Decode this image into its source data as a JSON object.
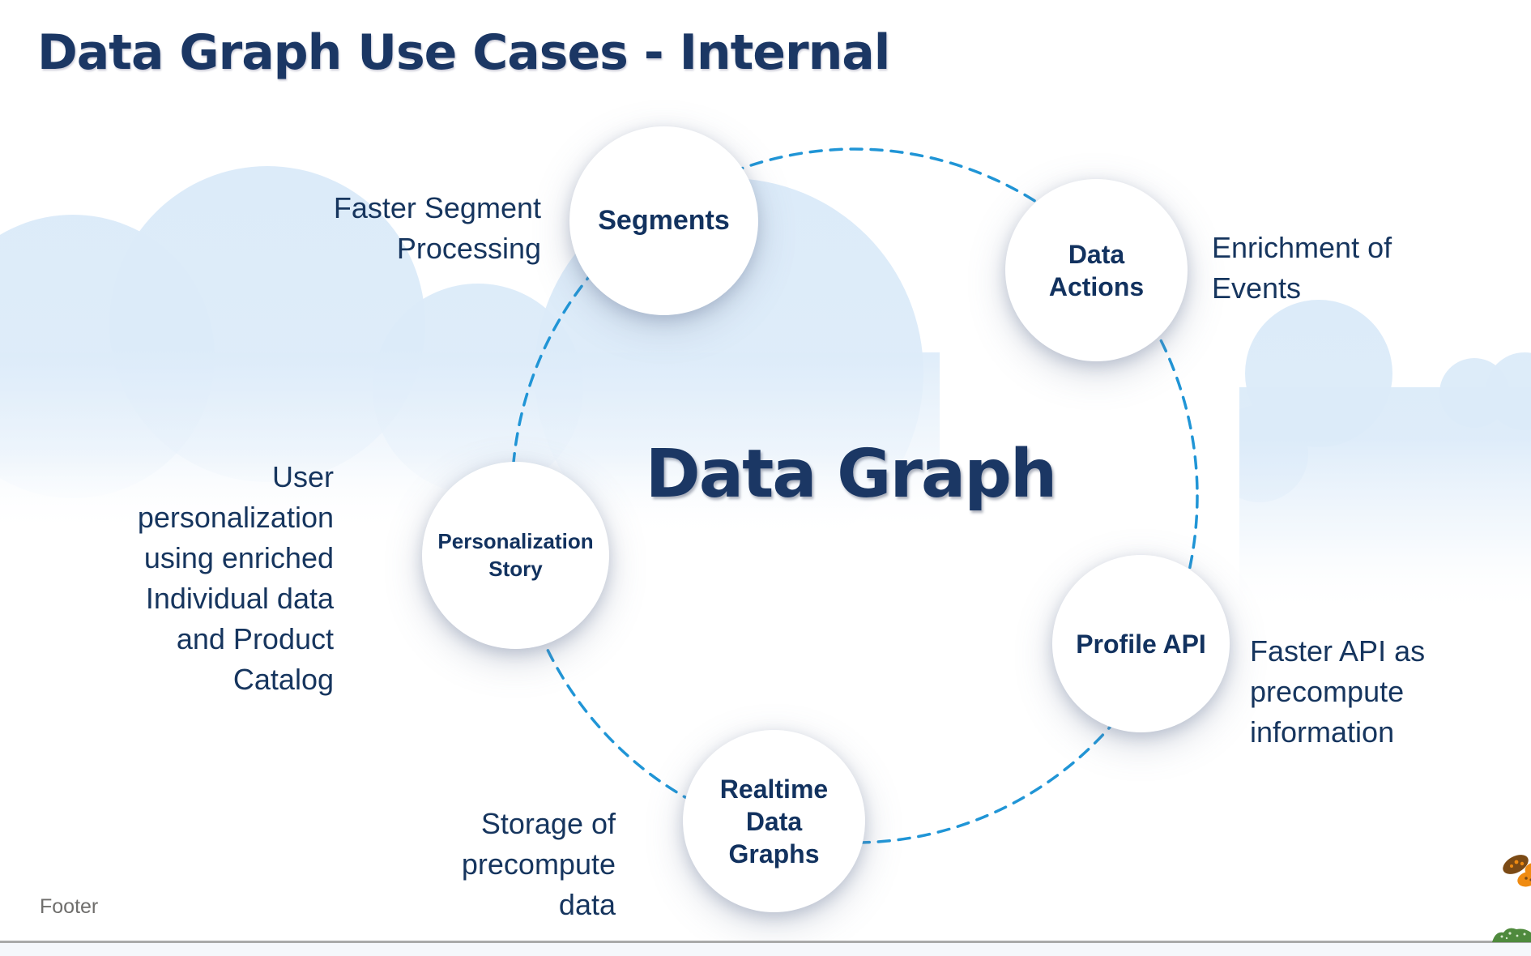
{
  "slide": {
    "title": "Data Graph Use Cases - Internal",
    "center_label": "Data Graph",
    "footer_text": "Footer"
  },
  "diagram": {
    "nodes": [
      {
        "id": "segments",
        "label": "Segments",
        "annotation": "Faster Segment\nProcessing"
      },
      {
        "id": "data-actions",
        "label": "Data\nActions",
        "annotation": "Enrichment of\nEvents"
      },
      {
        "id": "profile-api",
        "label": "Profile API",
        "annotation": "Faster API as\nprecompute\ninformation"
      },
      {
        "id": "realtime-data-graphs",
        "label": "Realtime\nData\nGraphs",
        "annotation": "Storage of\nprecompute\ndata"
      },
      {
        "id": "personalization-story",
        "label": "Personalization\nStory",
        "annotation": "User\npersonalization\nusing enriched\nIndividual data\nand Product\nCatalog"
      }
    ]
  },
  "colors": {
    "title_navy": "#1b3764",
    "label_navy": "#12325f",
    "annotation_navy": "#16355e",
    "dash_blue": "#2095d6",
    "cloud_blue": "#dcebf9",
    "footer_gray": "#6f6e6c",
    "bottom_line_gray": "#a9a9a9",
    "bottom_area": "#f5f7fb"
  }
}
